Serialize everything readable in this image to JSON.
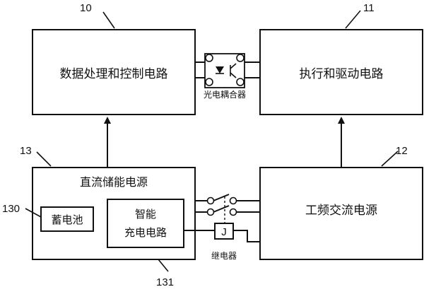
{
  "blocks": {
    "data_control": {
      "number": "10",
      "label": "数据处理和控制电路"
    },
    "exec_drive": {
      "number": "11",
      "label": "执行和驱动电路"
    },
    "dc_storage": {
      "number": "13",
      "label": "直流储能电源"
    },
    "ac_power": {
      "number": "12",
      "label": "工频交流电源"
    },
    "battery": {
      "number": "130",
      "label": "蓄电池"
    },
    "smart_charge": {
      "number": "131",
      "label_line1": "智能",
      "label_line2": "充电电路"
    }
  },
  "components": {
    "optocoupler": {
      "label": "光电耦合器"
    },
    "relay": {
      "label": "继电器",
      "symbol": "J"
    }
  }
}
